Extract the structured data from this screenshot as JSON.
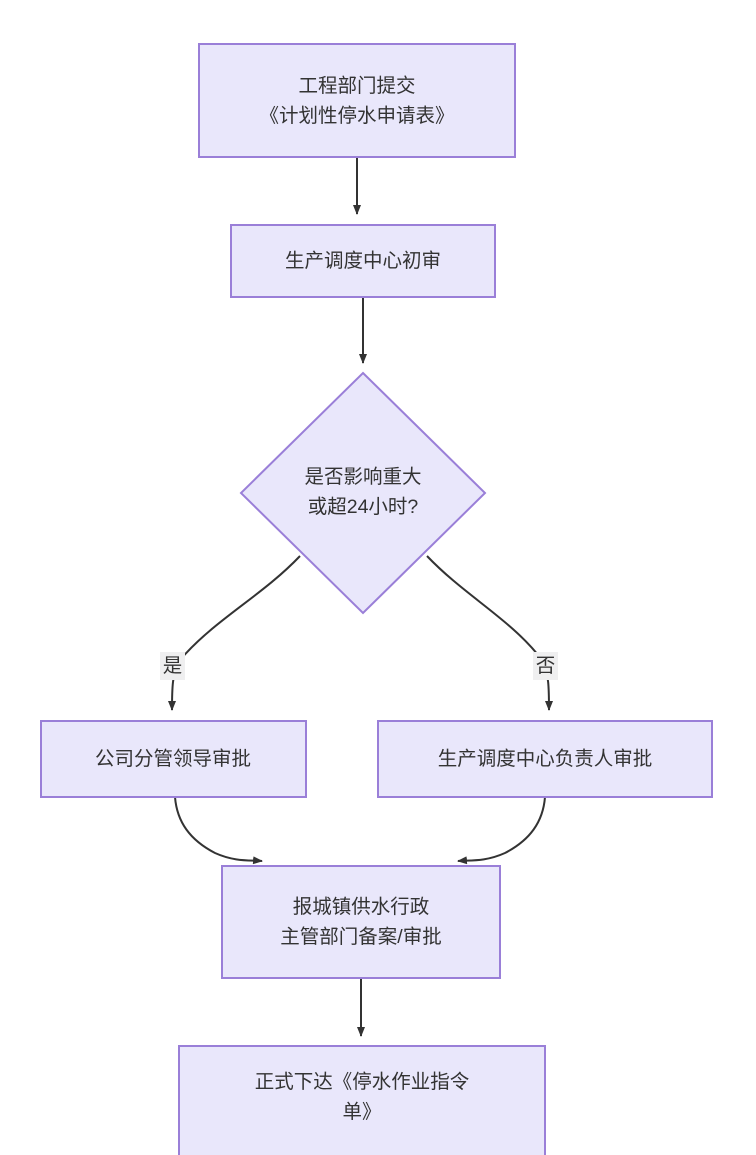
{
  "diagram": {
    "type": "flowchart",
    "direction": "top-to-bottom",
    "title_visible": false,
    "colors": {
      "node_fill": "#e9e7fb",
      "node_border": "#9a7fd8",
      "text": "#333333",
      "edge": "#333333",
      "edge_label_bg": "#efeff0",
      "canvas": "#ffffff"
    },
    "nodes": [
      {
        "id": "n1",
        "shape": "rectangle",
        "lines": [
          "工程部门提交",
          "《计划性停水申请表》"
        ]
      },
      {
        "id": "n2",
        "shape": "rectangle",
        "lines": [
          "生产调度中心初审"
        ]
      },
      {
        "id": "n3",
        "shape": "diamond",
        "lines": [
          "是否影响重大",
          "或超24小时?"
        ]
      },
      {
        "id": "n4",
        "shape": "rectangle",
        "lines": [
          "公司分管领导审批"
        ]
      },
      {
        "id": "n5",
        "shape": "rectangle",
        "lines": [
          "生产调度中心负责人审批"
        ]
      },
      {
        "id": "n6",
        "shape": "rectangle",
        "lines": [
          "报城镇供水行政",
          "主管部门备案/审批"
        ]
      },
      {
        "id": "n7",
        "shape": "rectangle",
        "lines": [
          "正式下达《停水作业指令",
          "单》"
        ]
      }
    ],
    "edges": [
      {
        "id": "e1",
        "from": "n1",
        "to": "n2",
        "label": ""
      },
      {
        "id": "e2",
        "from": "n2",
        "to": "n3",
        "label": ""
      },
      {
        "id": "e3",
        "from": "n3",
        "to": "n4",
        "label": "是"
      },
      {
        "id": "e4",
        "from": "n3",
        "to": "n5",
        "label": "否"
      },
      {
        "id": "e5",
        "from": "n4",
        "to": "n6",
        "label": ""
      },
      {
        "id": "e6",
        "from": "n5",
        "to": "n6",
        "label": ""
      },
      {
        "id": "e7",
        "from": "n6",
        "to": "n7",
        "label": ""
      }
    ]
  }
}
